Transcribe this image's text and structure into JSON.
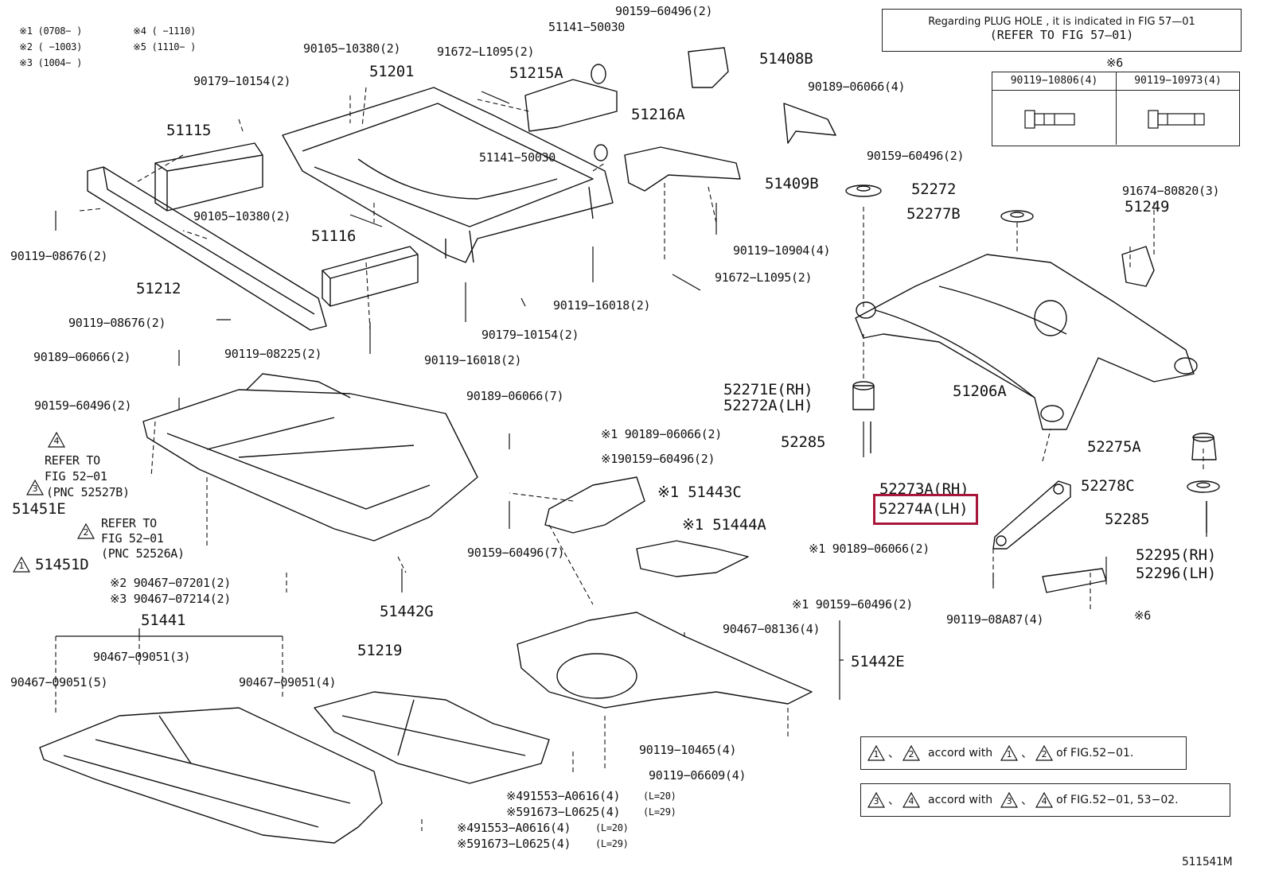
{
  "figure_code": "511541M",
  "top_note": {
    "line1": "Regarding  PLUG  HOLE , it is indicated in  FIG  57—01",
    "line2": "(REFER  TO  FIG  57—01)"
  },
  "date_codes": [
    "※1 (0708−     )",
    "※2 (     −1003)",
    "※3 (1004−     )",
    "※4 (     −1110)",
    "※5 (1110−     )"
  ],
  "fastener_table": {
    "marker": "※6",
    "col1": "90119−10806(4)",
    "col2": "90119−10973(4)"
  },
  "legend": {
    "row1": {
      "t1": "1",
      "t2": "2",
      "sep": "、",
      "text": "accord with",
      "t3": "1",
      "t4": "2",
      "tail": "of FIG.52−01."
    },
    "row2": {
      "t1": "3",
      "t2": "4",
      "sep": "、",
      "text": "accord with",
      "t3": "3",
      "t4": "4",
      "tail": "of FIG.52−01, 53−02."
    }
  },
  "refer_notes": {
    "n4": {
      "num": "4",
      "l1": "REFER TO",
      "l2": "FIG 52−01",
      "l3": "(PNC 52527B)"
    },
    "n3": {
      "num": "3",
      "l1": "51451E"
    },
    "n2": {
      "num": "2",
      "l1": "REFER TO",
      "l2": "FIG 52−01",
      "l3": "(PNC 52526A)"
    },
    "n1": {
      "num": "1",
      "l1": "51451D"
    }
  },
  "highlighted_part": "52274A(LH)",
  "labels": {
    "p90159_60496_2_top": "90159−60496(2)",
    "p51141_50030_a": "51141−50030",
    "p90105_10380_a": "90105−10380(2)",
    "p51201": "51201",
    "p91672_L1095_a": "91672−L1095(2)",
    "p51215A": "51215A",
    "p51408B": "51408B",
    "p90189_06066_4": "90189−06066(4)",
    "p90179_10154_a": "90179−10154(2)",
    "p51115": "51115",
    "p51216A": "51216A",
    "p51141_50030_b": "51141−50030",
    "p51409B": "51409B",
    "p90159_60496_2_b": "90159−60496(2)",
    "p52272": "52272",
    "p52277B": "52277B",
    "p91674_80820": "91674−80820(3)",
    "p51249": "51249",
    "p90105_10380_b": "90105−10380(2)",
    "p51116": "51116",
    "p90119_10904": "90119−10904(4)",
    "p91672_L1095_b": "91672−L1095(2)",
    "p90119_08676_a": "90119−08676(2)",
    "p51212": "51212",
    "p90119_16018_a": "90119−16018(2)",
    "p90119_08676_b": "90119−08676(2)",
    "p90179_10154_b": "90179−10154(2)",
    "p90189_06066_2_a": "90189−06066(2)",
    "p90119_08225": "90119−08225(2)",
    "p90119_16018_b": "90119−16018(2)",
    "p52271E": "52271E(RH)",
    "p52272A": "52272A(LH)",
    "p51206A": "51206A",
    "p90159_60496_2_c": "90159−60496(2)",
    "p90189_06066_7": "90189−06066(7)",
    "p90189_06066_2_s1": "※1 90189−06066(2)",
    "p52285_a": "52285",
    "p52275A": "52275A",
    "p90159_60496_2_s1": "※190159−60496(2)",
    "p52273A": "52273A(RH)",
    "p52278C": "52278C",
    "p51443C": "※1 51443C",
    "p52285_b": "52285",
    "p51444A": "※1 51444A",
    "p90159_60496_7": "90159−60496(7)",
    "p90189_06066_2_s1b": "※1  90189−06066(2)",
    "p52295": "52295(RH)",
    "p52296": "52296(LH)",
    "p90467_07201": "※2 90467−07201(2)",
    "p90467_07214": "※3 90467−07214(2)",
    "p51442G": "51442G",
    "p90159_60496_2_s1c": "※1  90159−60496(2)",
    "p90119_08A87": "90119−08A87(4)",
    "p_s6": "※6",
    "p51441": "51441",
    "p90467_08136": "90467−08136(4)",
    "p51219": "51219",
    "p90467_09051_3": "90467−09051(3)",
    "p51442E": "51442E",
    "p90467_09051_5": "90467−09051(5)",
    "p90467_09051_4": "90467−09051(4)",
    "p90119_10465": "90119−10465(4)",
    "p90119_06609": "90119−06609(4)",
    "p91553_a": "※491553−A0616(4)",
    "p91553_a_note": "(L=20)",
    "p91673_a": "※591673−L0625(4)",
    "p91673_a_note": "(L=29)",
    "p91553_b": "※491553−A0616(4)",
    "p91553_b_note": "(L=20)",
    "p91673_b": "※591673−L0625(4)",
    "p91673_b_note": "(L=29)"
  }
}
